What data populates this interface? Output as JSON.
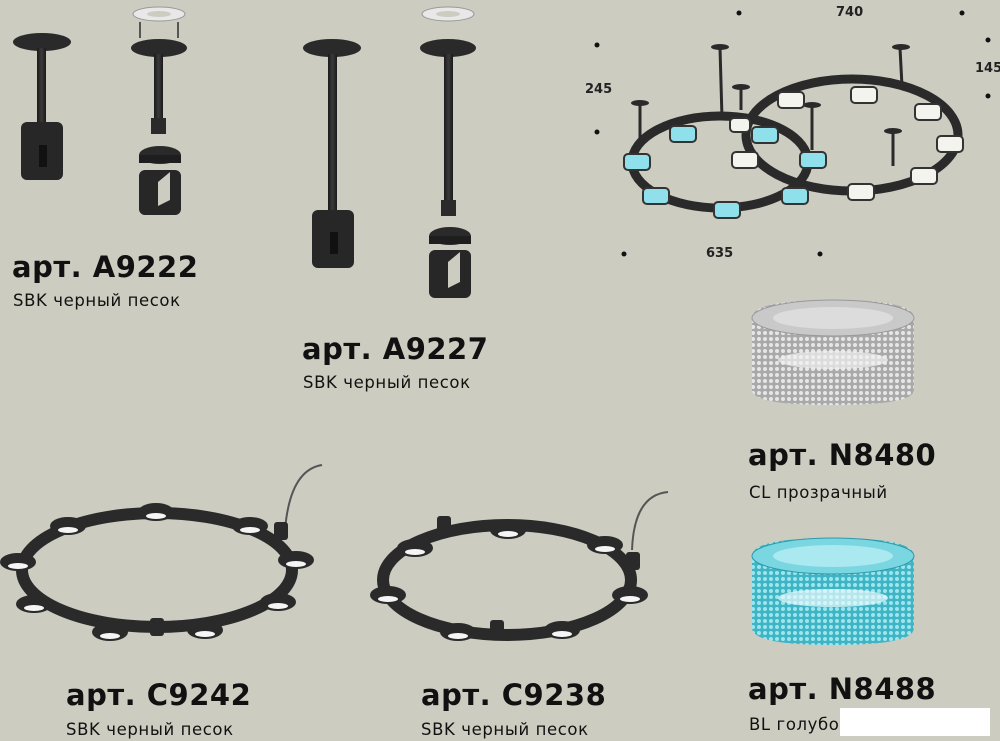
{
  "products": [
    {
      "article": "арт. A9222",
      "variant": "SBK черный песок"
    },
    {
      "article": "арт. A9227",
      "variant": "SBK черный песок"
    },
    {
      "article": "арт. N8480",
      "variant": "CL прозрачный"
    },
    {
      "article": "арт. C9242",
      "variant": "SBK черный песок"
    },
    {
      "article": "арт. C9238",
      "variant": "SBK черный песок"
    },
    {
      "article": "арт. N8488",
      "variant": "BL голубой"
    }
  ],
  "dimensions": {
    "width_top": "740",
    "height": "245",
    "depth": "145",
    "width_bottom": "635"
  },
  "colors": {
    "background": "#cdccc1",
    "black_finish": "#262626",
    "crystal_clear": "#b8b8b8",
    "crystal_blue": "#5fc8d4"
  }
}
